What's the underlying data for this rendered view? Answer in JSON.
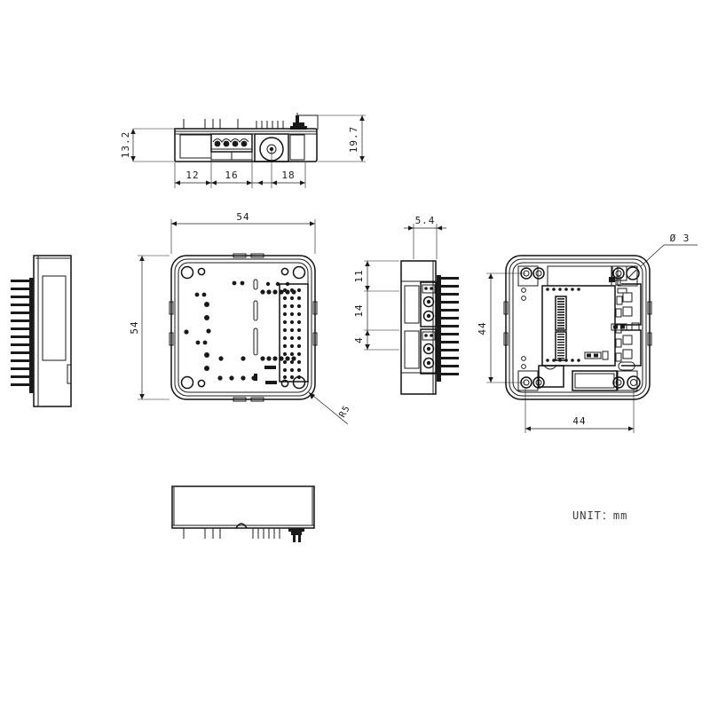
{
  "drawing": {
    "title": "Device Mechanical Outline Drawing",
    "unit_note": "UNIT：mm",
    "background_color": "#ffffff",
    "line_color": "#1a1a1a"
  },
  "views": {
    "front_elevation": {
      "name": "front-elevation-view",
      "dimensions": {
        "height_body": "13.2",
        "height_overall": "19.7",
        "seg_1": "12",
        "seg_2": "16",
        "seg_3": "18"
      }
    },
    "top_pcb": {
      "name": "top-pcb-view",
      "dimensions": {
        "width": "54",
        "height": "54",
        "corner_radius": "R5"
      }
    },
    "right_elevation": {
      "name": "right-side-elevation-view",
      "dimensions": {
        "thickness": "5.4",
        "offset_top": "11",
        "span_mid": "14",
        "offset_low": "4"
      }
    },
    "bottom_case": {
      "name": "bottom-case-view",
      "dimensions": {
        "hole_diameter": "Ø 3",
        "width": "44",
        "height": "44"
      }
    },
    "left_elevation": {
      "name": "left-side-elevation-view",
      "dimensions": {}
    },
    "lower_elevation": {
      "name": "lower-elevation-view",
      "dimensions": {}
    }
  },
  "labels": {
    "d_13_2": "13.2",
    "d_19_7": "19.7",
    "d_12": "12",
    "d_16": "16",
    "d_18": "18",
    "d_54_w": "54",
    "d_54_h": "54",
    "d_r5": "R5",
    "d_5_4": "5.4",
    "d_11": "11",
    "d_14": "14",
    "d_4": "4",
    "d_dia3": "Ø 3",
    "d_44_v": "44",
    "d_44_h": "44",
    "unit": "UNIT：mm"
  }
}
